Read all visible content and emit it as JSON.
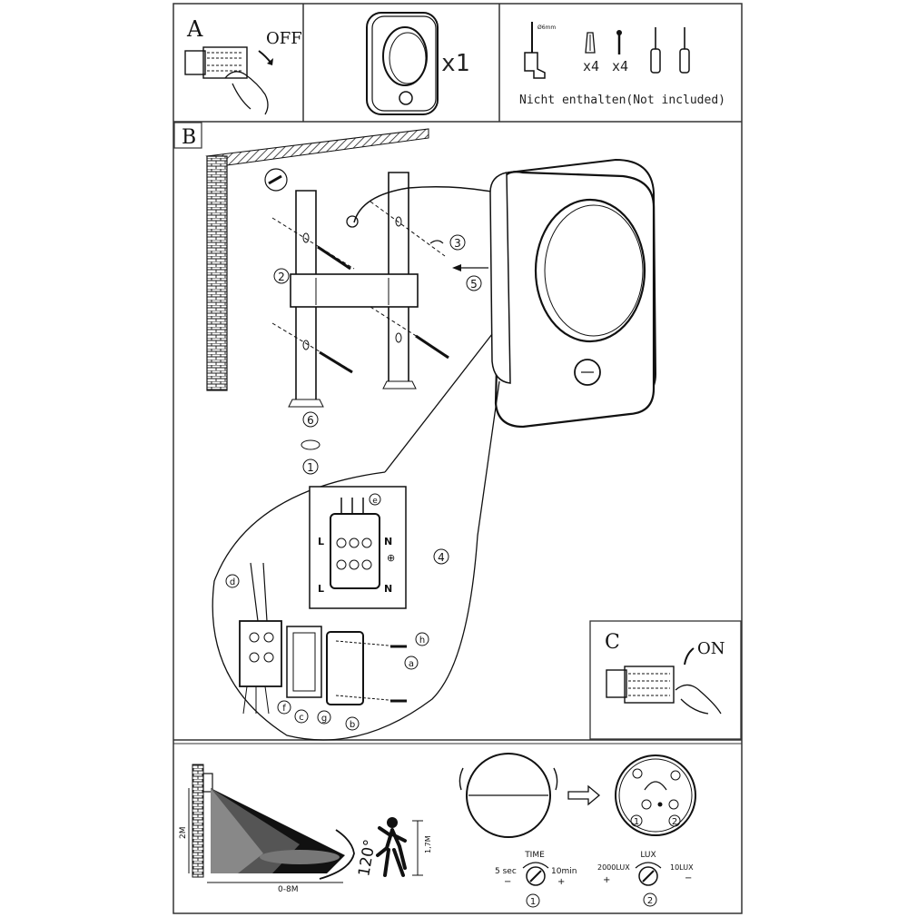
{
  "panels": {
    "a": {
      "letter": "A",
      "switch_text": "OFF"
    },
    "product": {
      "quantity": "x1"
    },
    "tools": {
      "count_anchor": "x4",
      "count_screw": "x4",
      "drill_label": "Ø6mm",
      "note": "Nicht enthalten(Not included)"
    },
    "b": {
      "letter": "B",
      "steps": {
        "s1": "1",
        "s2": "2",
        "s3": "3",
        "s4": "4",
        "s5": "5",
        "s6": "6"
      },
      "terminal_top": "⊖",
      "terminal_labels": {
        "l_top": "L",
        "l_bottom": "L",
        "n_top": "N",
        "n_bottom": "N",
        "earth": "⊕"
      },
      "parts": {
        "a": "a",
        "b": "b",
        "c": "c",
        "d": "d",
        "e": "e",
        "f": "f",
        "g": "g",
        "h": "h"
      }
    },
    "c": {
      "letter": "C",
      "switch_text": "ON"
    },
    "sensor": {
      "height": "2M",
      "person_height": "1,7M",
      "distance": "0-8M",
      "angle": "120°"
    },
    "time": {
      "title": "TIME",
      "min": "5 sec",
      "max": "10min",
      "minus": "−",
      "plus": "+",
      "index": "1"
    },
    "lux": {
      "title": "LUX",
      "min": "2000LUX",
      "max": "10LUX",
      "minus": "−",
      "plus": "+",
      "index": "2"
    },
    "knobs": {
      "k1": "1",
      "k2": "2"
    }
  }
}
